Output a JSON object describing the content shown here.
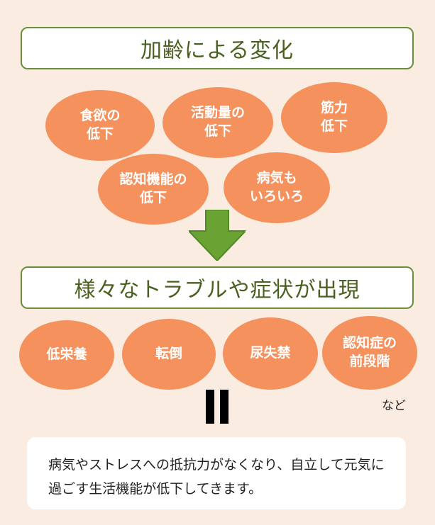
{
  "title_top": "加齢による変化",
  "changes": [
    "食欲の\n低下",
    "活動量の\n低下",
    "筋力\n低下",
    "認知機能の\n低下",
    "病気も\nいろいろ"
  ],
  "title_mid": "様々なトラブルや症状が出現",
  "troubles": [
    "低栄養",
    "転倒",
    "尿失禁",
    "認知症の\n前段階"
  ],
  "etc_label": "など",
  "summary": "病気やストレスへの抵抗力がなくなり、自立して元気に過ごす生活機能が低下してきます。",
  "colors": {
    "background": "#fbece1",
    "oval": "#f4915d",
    "frame": "#6b8e3a",
    "arrow": "#6aa334"
  }
}
